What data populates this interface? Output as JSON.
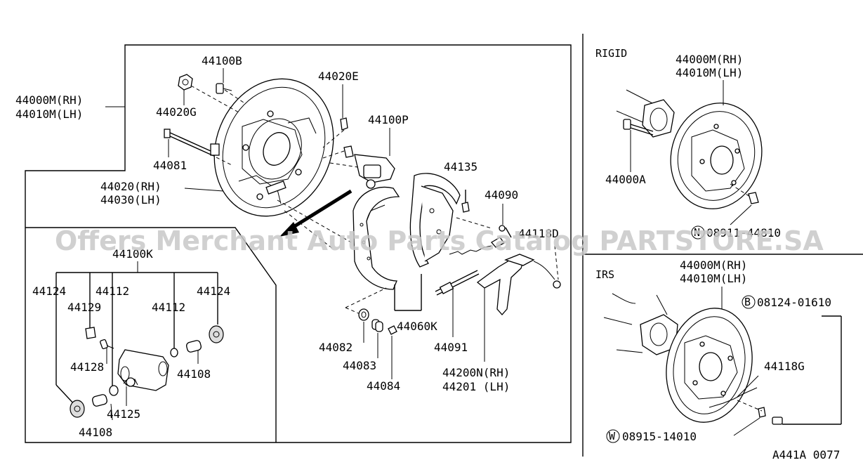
{
  "watermark": "Offers Merchant Auto Parts Catalog PARTSTORE.SA",
  "drawing_code": "A441A 0077",
  "main": {
    "assembly_rh": "44000M(RH)",
    "assembly_lh": "44010M(LH)",
    "labels": {
      "p44100B": "44100B",
      "p44020E": "44020E",
      "p44020G": "44020G",
      "p44100P": "44100P",
      "p44081": "44081",
      "p44135": "44135",
      "p44090": "44090",
      "p44020_rh": "44020(RH)",
      "p44030_lh": "44030(LH)",
      "p44118D": "44118D",
      "p44082": "44082",
      "p44060K": "44060K",
      "p44091": "44091",
      "p44083": "44083",
      "p44084": "44084",
      "p44200N_rh": "44200N(RH)",
      "p44201_lh": "44201 (LH)"
    }
  },
  "inset_cylinder": {
    "kit": "44100K",
    "labels": {
      "p44124_left": "44124",
      "p44129": "44129",
      "p44112_left": "44112",
      "p44112_right": "44112",
      "p44124_right": "44124",
      "p44128": "44128",
      "p44108_right": "44108",
      "p44125": "44125",
      "p44108_bottom": "44108"
    }
  },
  "rigid": {
    "title": "RIGID",
    "assembly_rh": "44000M(RH)",
    "assembly_lh": "44010M(LH)",
    "bolt": "44000A",
    "nut_symbol": "N",
    "nut": "08911-44810"
  },
  "irs": {
    "title": "IRS",
    "assembly_rh": "44000M(RH)",
    "assembly_lh": "44010M(LH)",
    "bolt_symbol": "B",
    "bolt": "08124-01610",
    "spring": "44118G",
    "washer_symbol": "W",
    "washer": "08915-14010"
  }
}
